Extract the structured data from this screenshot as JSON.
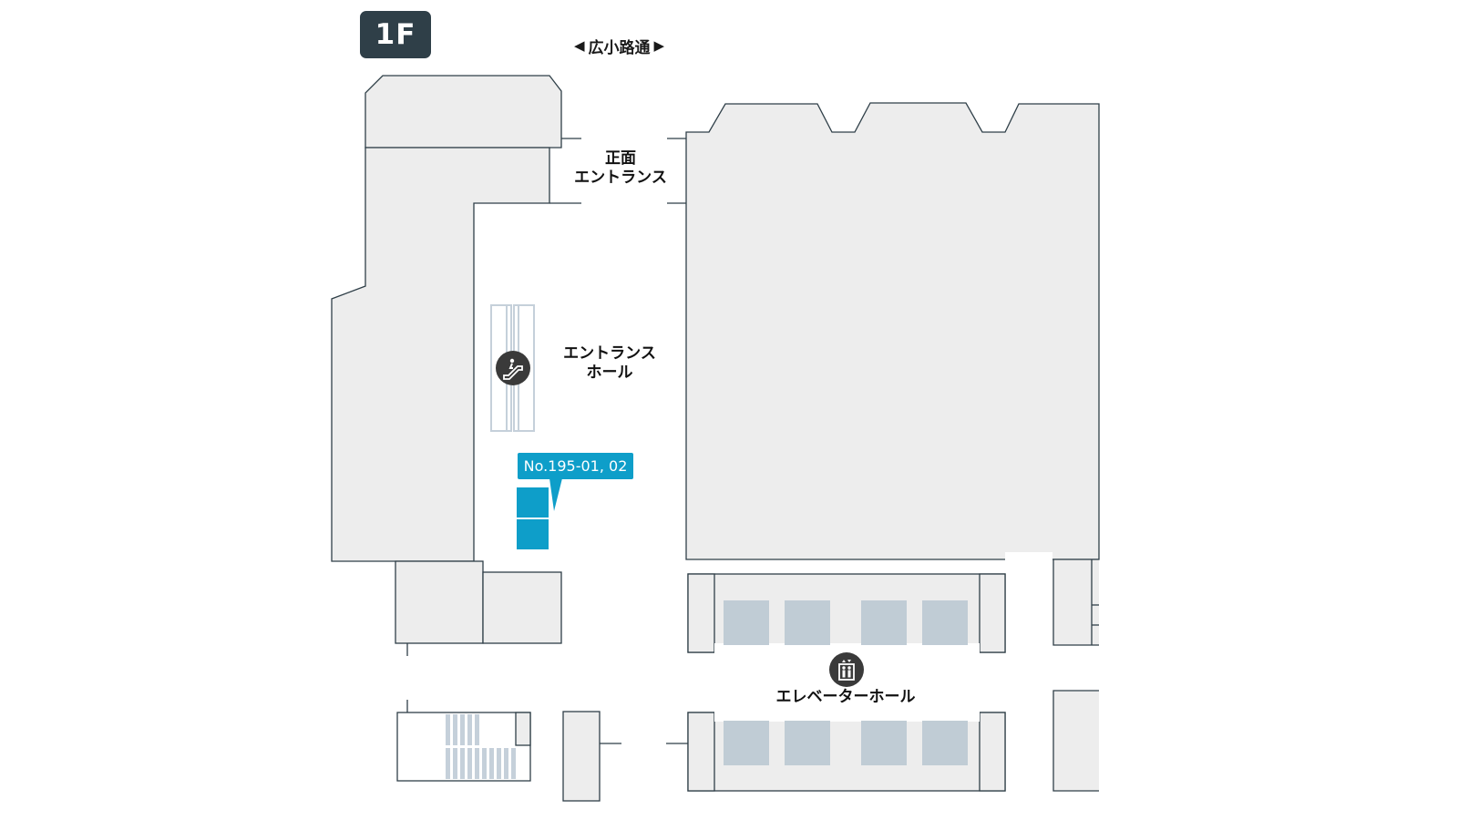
{
  "floor": {
    "label": "1F"
  },
  "street": {
    "left_arrow": "◀",
    "name": "広小路通",
    "right_arrow": "▶"
  },
  "labels": {
    "main_entrance_line1": "正面",
    "main_entrance_line2": "エントランス",
    "entrance_hall_line1": "エントランス",
    "entrance_hall_line2": "ホール",
    "elevator_hall": "エレベーターホール"
  },
  "booth_tag": {
    "text": "No.195-01, 02"
  },
  "icons": {
    "escalator": "escalator-icon",
    "elevator": "elevator-icon"
  },
  "colors": {
    "building": "#ededed",
    "outline": "#2f3f48",
    "booth": "#0e9ec9",
    "elevator_car": "#c0ccd5",
    "stairs": "#c5d0da",
    "badge": "#2f3f48"
  }
}
